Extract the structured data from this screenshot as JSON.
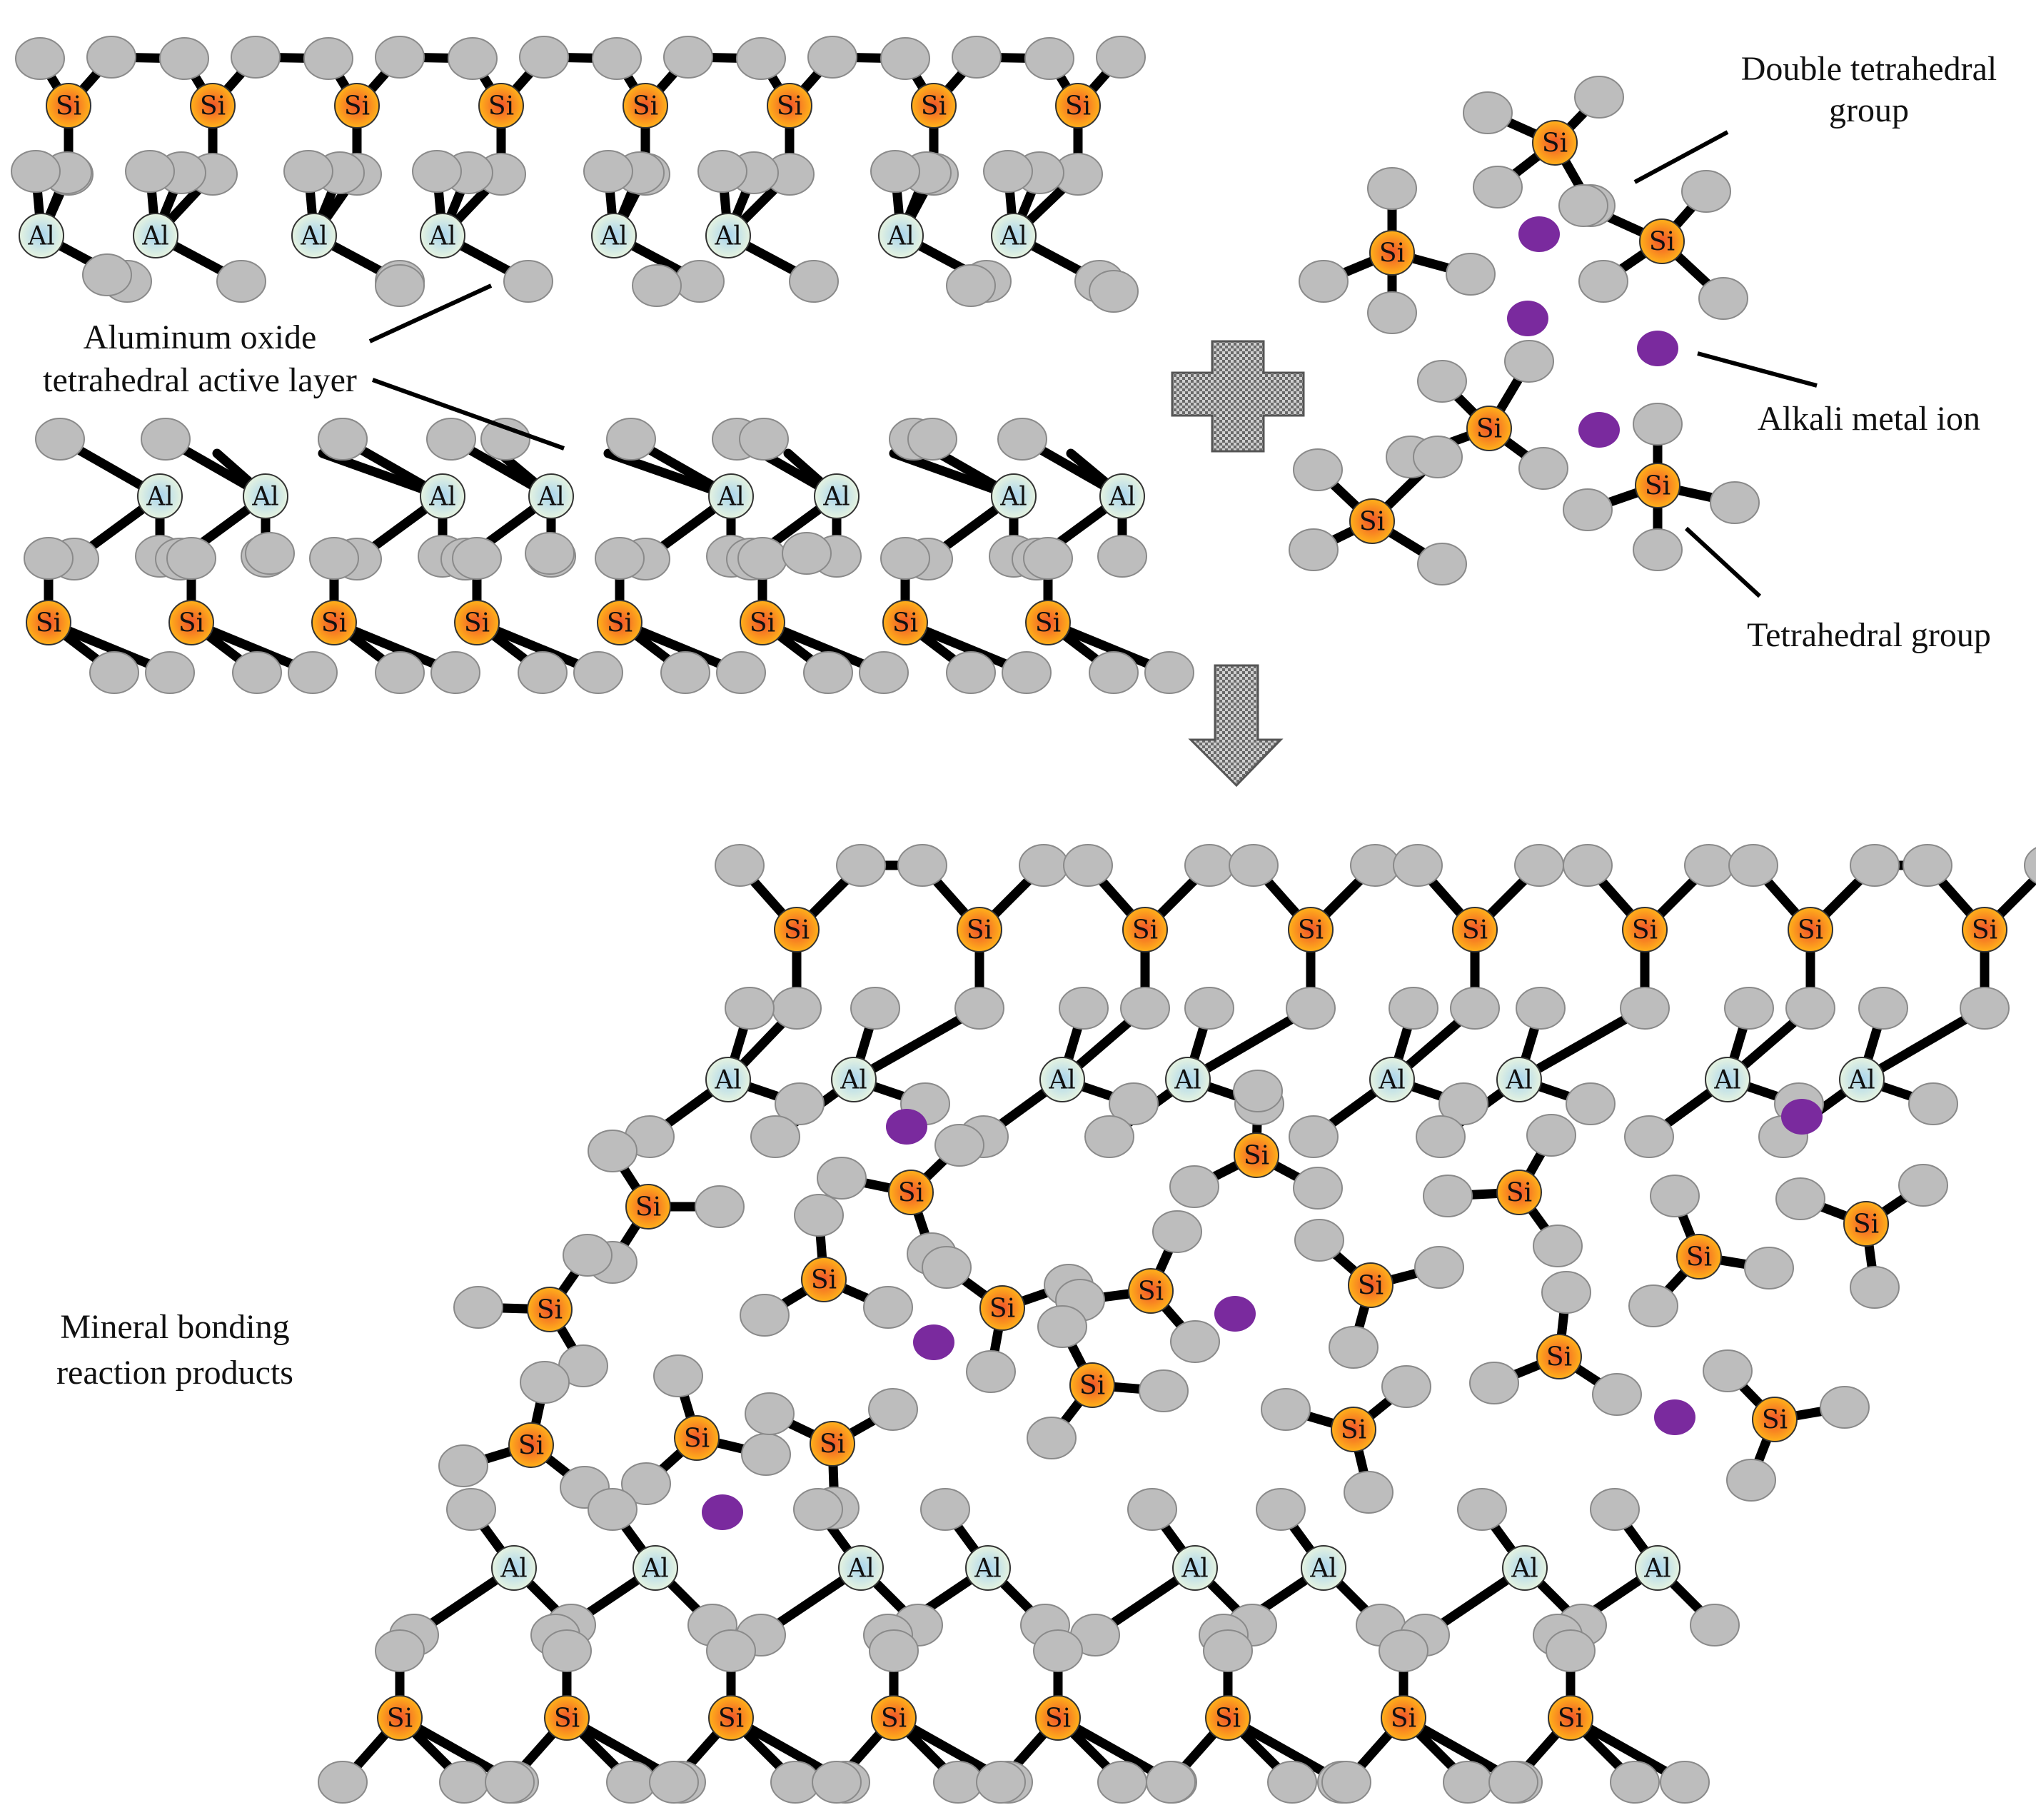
{
  "labels": {
    "si": "Si",
    "al": "Al"
  },
  "captions": {
    "double_tetrahedral_line1": "Double tetrahedral",
    "double_tetrahedral_line2": "group",
    "alkali_metal_ion": "Alkali metal ion",
    "tetrahedral_group": "Tetrahedral group",
    "aluminum_oxide_line1": "Aluminum oxide",
    "aluminum_oxide_line2": "tetrahedral active layer",
    "mineral_bonding_line1": "Mineral bonding",
    "mineral_bonding_line2": "reaction products"
  },
  "colors": {
    "oxygen": "#bdbdbd",
    "oxygen_stroke": "#8a8a8a",
    "silicon_core": "#f0522a",
    "silicon_edge": "#ffb21a",
    "aluminum_core": "#a8d4ee",
    "aluminum_edge": "#dff0dc",
    "alkali_ion": "#7a2a9e",
    "bond": "#000000",
    "arrow_fill": "#9a9a9a"
  }
}
